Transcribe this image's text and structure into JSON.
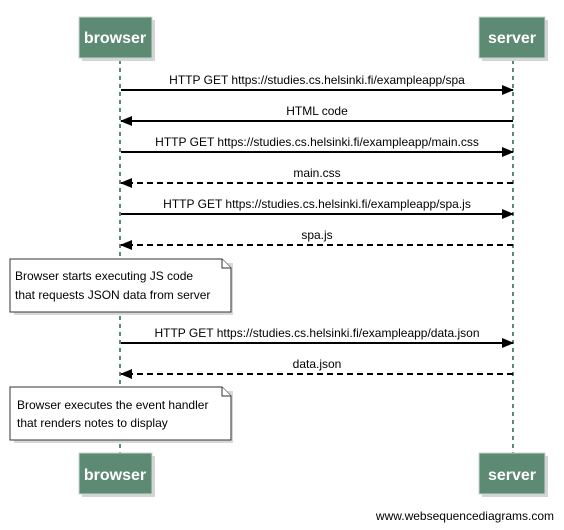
{
  "participants": {
    "browser": "browser",
    "server": "server"
  },
  "messages": [
    {
      "from": "browser",
      "to": "server",
      "label": "HTTP GET https://studies.cs.helsinki.fi/exampleapp/spa",
      "style": "solid"
    },
    {
      "from": "server",
      "to": "browser",
      "label": "HTML code",
      "style": "solid"
    },
    {
      "from": "browser",
      "to": "server",
      "label": "HTTP GET https://studies.cs.helsinki.fi/exampleapp/main.css",
      "style": "solid"
    },
    {
      "from": "server",
      "to": "browser",
      "label": "main.css",
      "style": "dashed"
    },
    {
      "from": "browser",
      "to": "server",
      "label": "HTTP GET https://studies.cs.helsinki.fi/exampleapp/spa.js",
      "style": "solid"
    },
    {
      "from": "server",
      "to": "browser",
      "label": "spa.js",
      "style": "dashed"
    },
    {
      "from": "browser",
      "to": "server",
      "label": "HTTP GET https://studies.cs.helsinki.fi/exampleapp/data.json",
      "style": "solid"
    },
    {
      "from": "server",
      "to": "browser",
      "label": "data.json",
      "style": "dashed"
    }
  ],
  "notes": [
    {
      "lines": [
        "Browser starts executing JS code",
        "that requests JSON data from server"
      ]
    },
    {
      "lines": [
        "Browser executes the event handler",
        "that renders notes to display"
      ]
    }
  ],
  "colors": {
    "actor_fill": "#5c8a72",
    "actor_text": "#ffffff",
    "lifeline": "#5c8a72",
    "arrow": "#000000"
  },
  "watermark": "www.websequencediagrams.com"
}
